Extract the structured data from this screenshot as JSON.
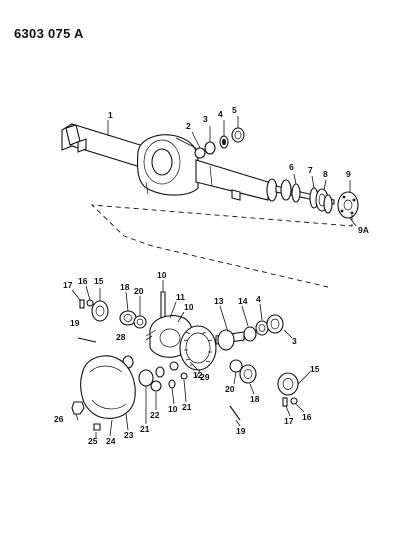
{
  "diagram_code": "6303 075 A",
  "callouts": {
    "c1": "1",
    "c2": "2",
    "c3": "3",
    "c4": "4",
    "c5": "5",
    "c6": "6",
    "c7": "7",
    "c8": "8",
    "c9": "9",
    "c9a": "9A",
    "c17a": "17",
    "c16a": "16",
    "c15a": "15",
    "c18a": "18",
    "c20a": "20",
    "c10a": "10",
    "c11": "11",
    "c10b": "10",
    "c13": "13",
    "c14": "14",
    "c4b": "4",
    "c3b": "3",
    "c19a": "19",
    "c28": "28",
    "c12": "12",
    "c20b": "20",
    "c29": "29",
    "c18b": "18",
    "c15b": "15",
    "c26": "26",
    "c25": "25",
    "c24": "24",
    "c23": "23",
    "c21a": "21",
    "c22": "22",
    "c10c": "10",
    "c21b": "21",
    "c19b": "19",
    "c17b": "17",
    "c16b": "16"
  }
}
